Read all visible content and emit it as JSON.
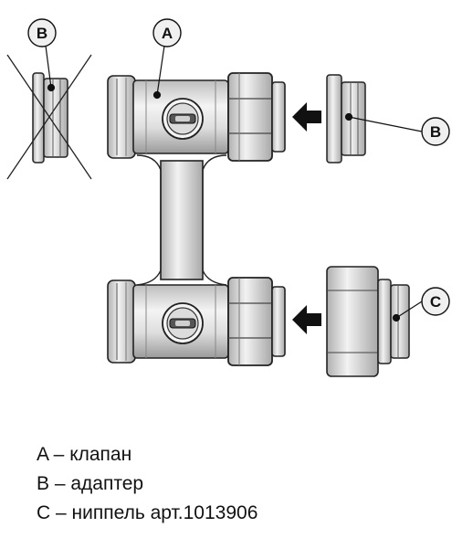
{
  "diagram": {
    "callouts": [
      {
        "id": "callout-a",
        "letter": "A"
      },
      {
        "id": "callout-b-crossed",
        "letter": "B"
      },
      {
        "id": "callout-b",
        "letter": "B"
      },
      {
        "id": "callout-c",
        "letter": "C"
      }
    ]
  },
  "legend": {
    "items": [
      {
        "text": "A – клапан"
      },
      {
        "text": "B – адаптер"
      },
      {
        "text": "C – ниппель арт.1013906"
      }
    ]
  }
}
